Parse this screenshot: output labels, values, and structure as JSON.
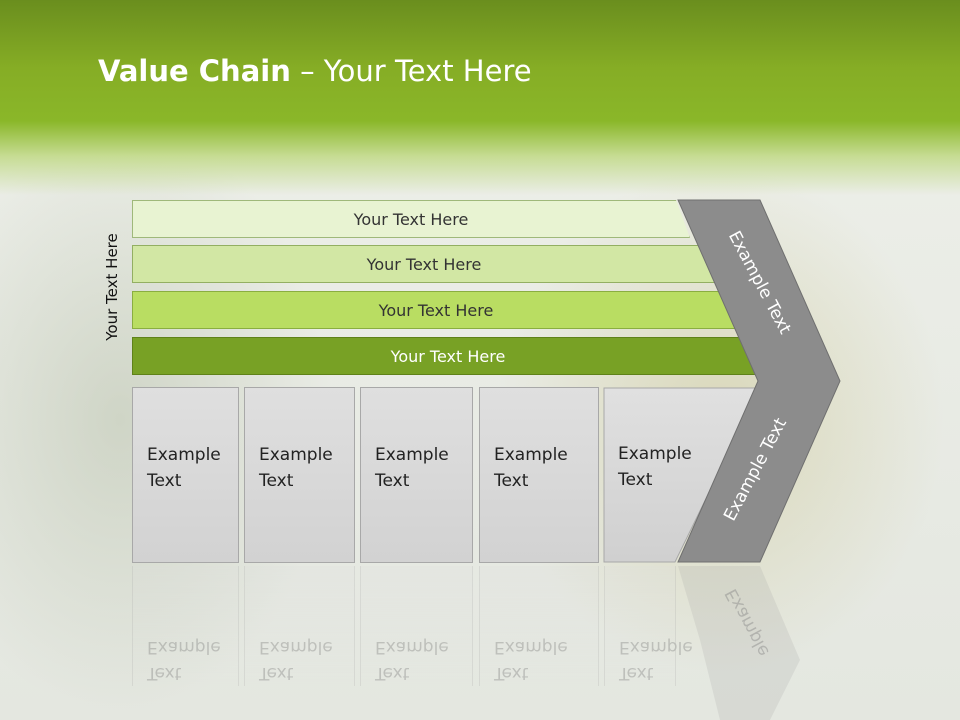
{
  "slide": {
    "title_bold": "Value Chain",
    "title_rest": " – Your Text Here",
    "side_label": "Your Text Here",
    "bars": [
      {
        "label": "Your Text Here",
        "color": "#e8f3d2"
      },
      {
        "label": "Your Text Here",
        "color": "#d2e7a4"
      },
      {
        "label": "Your Text Here",
        "color": "#b9dd62"
      },
      {
        "label": "Your Text Here",
        "color": "#78a125"
      }
    ],
    "columns": [
      {
        "line1": "Example",
        "line2": "Text"
      },
      {
        "line1": "Example",
        "line2": "Text"
      },
      {
        "line1": "Example",
        "line2": "Text"
      },
      {
        "line1": "Example",
        "line2": "Text"
      },
      {
        "line1": "Example",
        "line2": "Text"
      }
    ],
    "chevron_upper": "Example Text",
    "chevron_lower": "Example Text",
    "reflection_text": "Example"
  }
}
